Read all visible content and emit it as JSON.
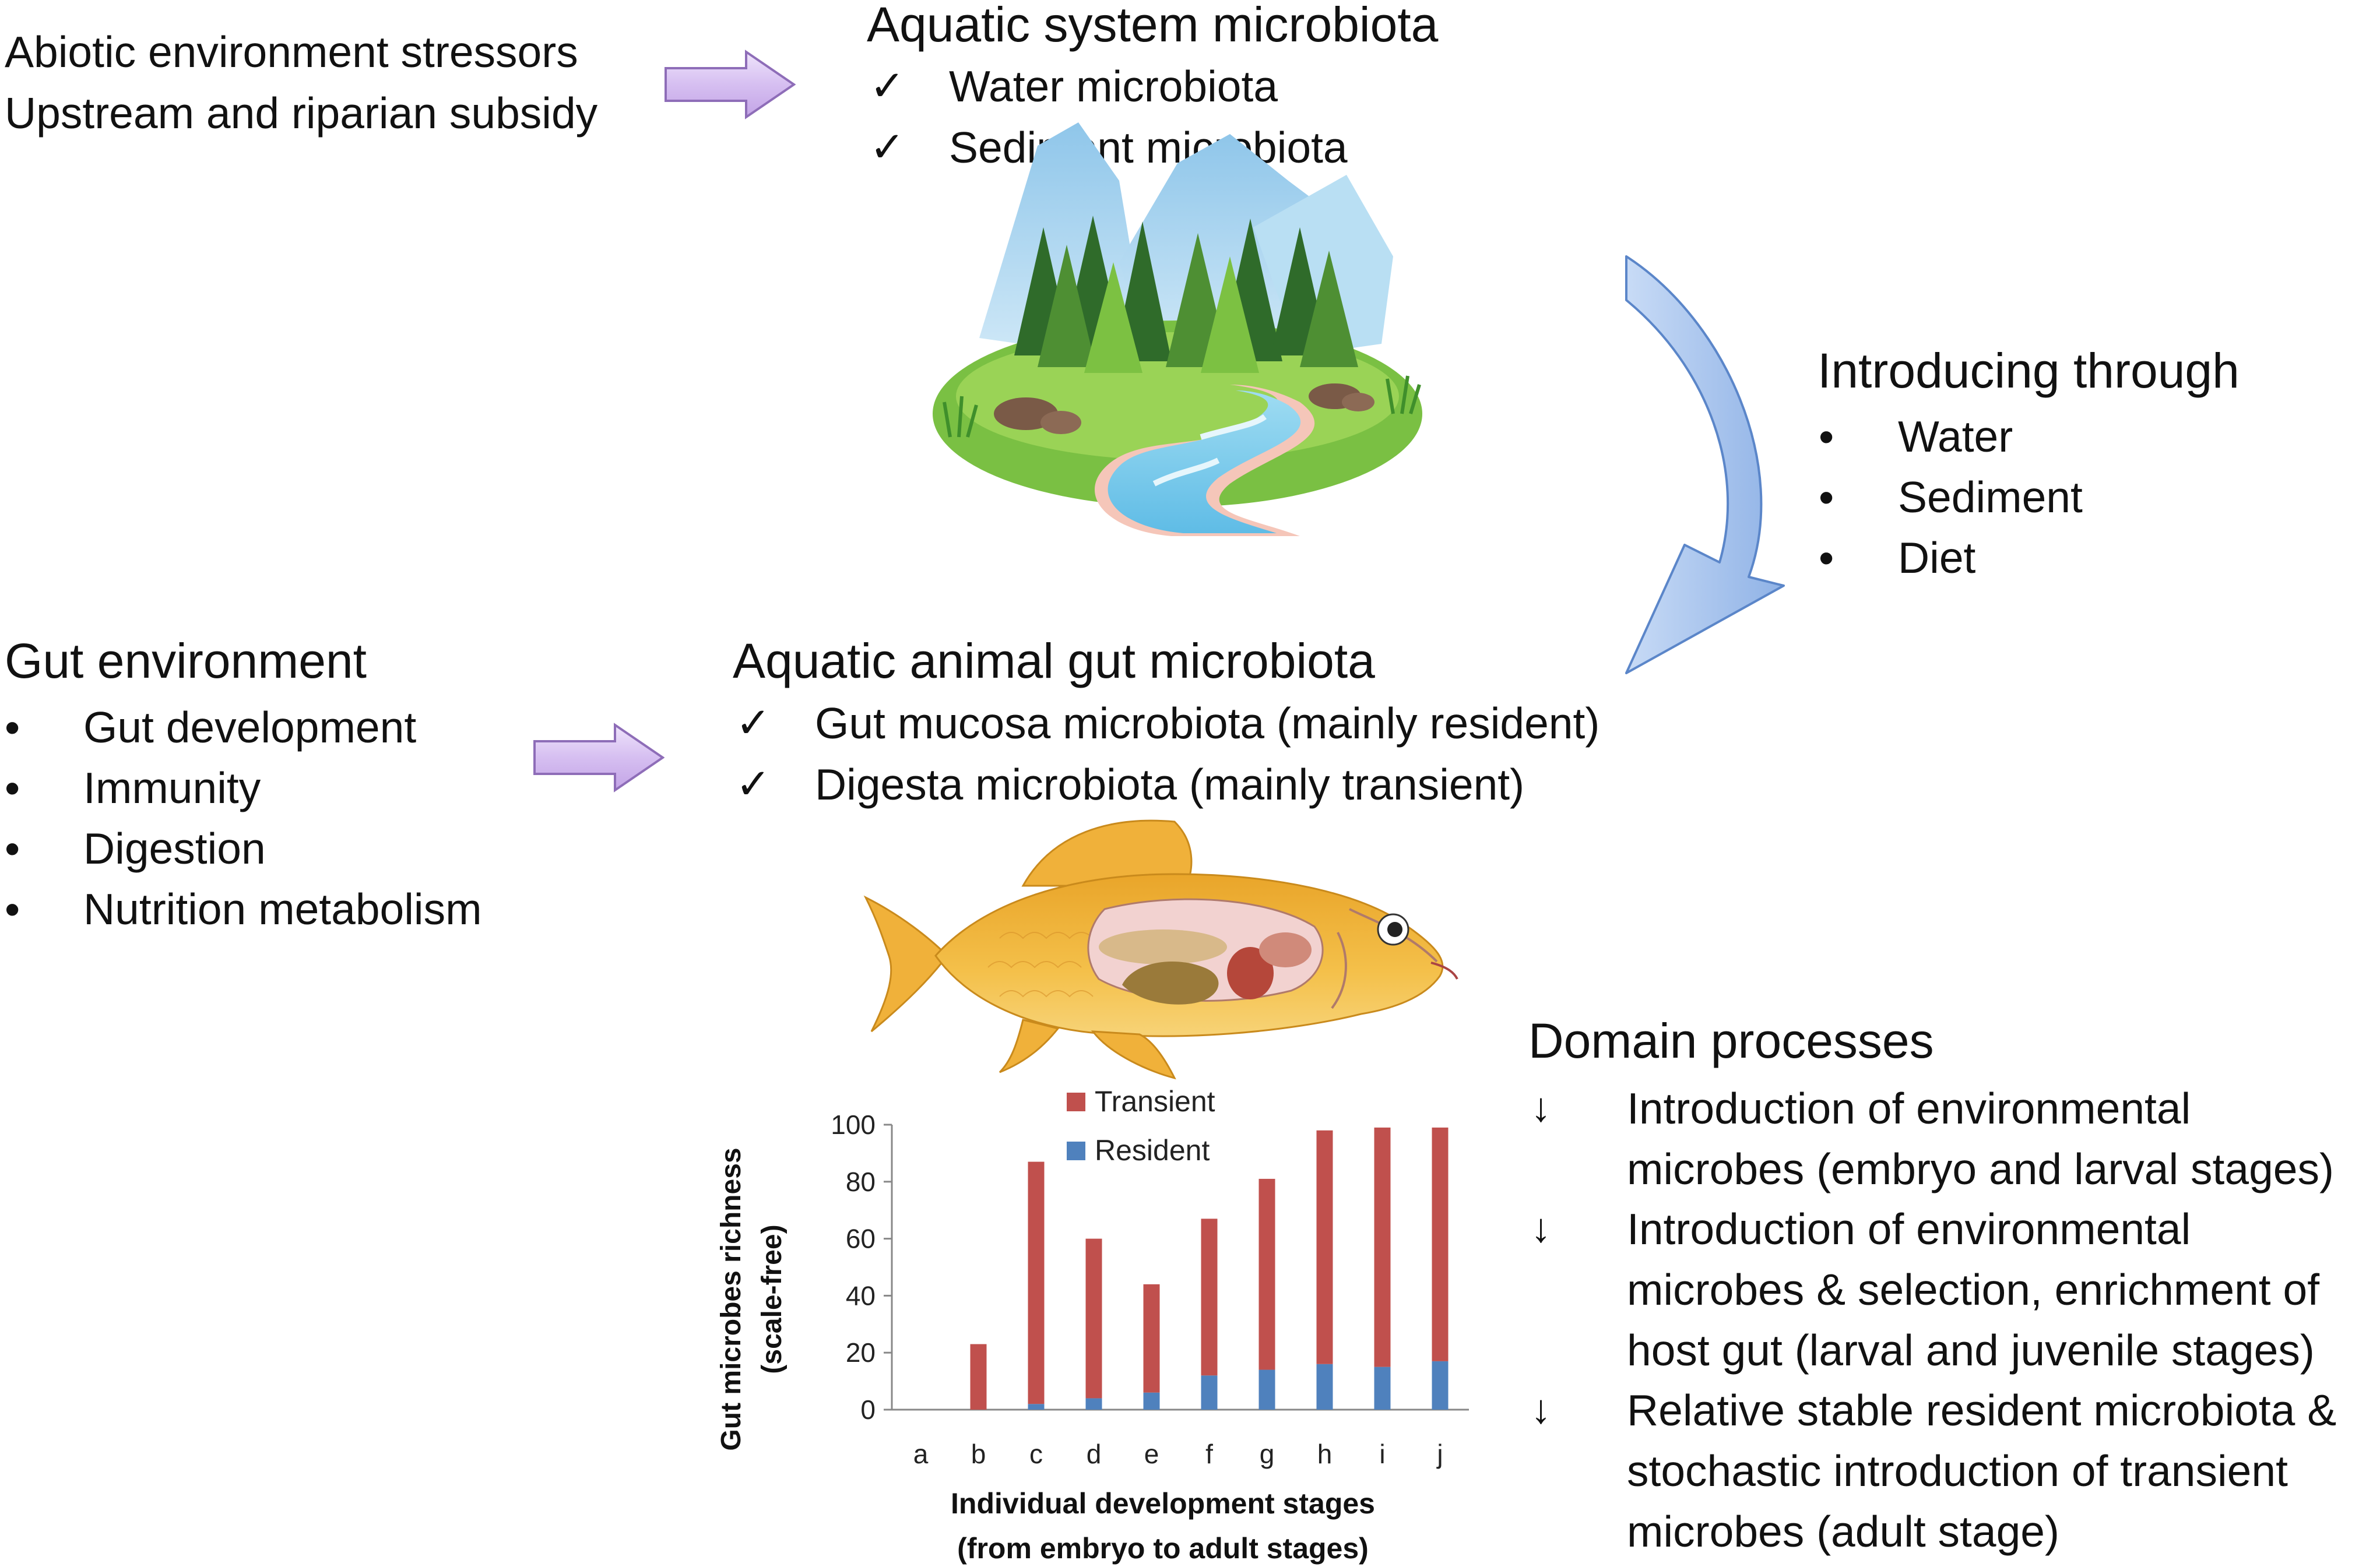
{
  "env_left": {
    "line1": "Abiotic environment stressors",
    "line2": "Upstream and riparian subsidy"
  },
  "aquatic_system": {
    "title": "Aquatic system microbiota",
    "items": [
      "Water microbiota",
      "Sediment microbiota"
    ]
  },
  "introducing": {
    "title": "Introducing through",
    "items": [
      "Water",
      "Sediment",
      "Diet"
    ]
  },
  "gut_env": {
    "title": "Gut environment",
    "items": [
      "Gut development",
      "Immunity",
      "Digestion",
      "Nutrition metabolism"
    ]
  },
  "animal_gut": {
    "title": "Aquatic animal gut microbiota",
    "items": [
      "Gut mucosa microbiota (mainly resident)",
      "Digesta microbiota (mainly transient)"
    ]
  },
  "domain_processes": {
    "title": "Domain processes",
    "items": [
      {
        "lines": [
          "Introduction of environmental",
          "microbes (embryo and larval stages)"
        ]
      },
      {
        "lines": [
          "Introduction of environmental",
          "microbes & selection, enrichment of",
          "host gut (larval and juvenile stages)"
        ]
      },
      {
        "lines": [
          "Relative stable resident microbiota &",
          "stochastic introduction of transient",
          "microbes (adult stage)"
        ]
      }
    ]
  },
  "symbols": {
    "check": "✓",
    "bullet": "•",
    "down_arrow": "↓"
  },
  "colors": {
    "transient": "#c0504d",
    "resident": "#4f81bd",
    "purple_arrow": "#d9c4f0",
    "blue_arrow": "#a9c4ee"
  },
  "icons": [
    "landscape-illustration",
    "fish-anatomy-illustration"
  ],
  "chart_data": {
    "type": "bar",
    "stacked": true,
    "categories": [
      "a",
      "b",
      "c",
      "d",
      "e",
      "f",
      "g",
      "h",
      "i",
      "j"
    ],
    "series": [
      {
        "name": "Resident",
        "values": [
          0,
          0,
          2,
          4,
          6,
          12,
          14,
          16,
          15,
          17
        ]
      },
      {
        "name": "Transient",
        "values": [
          0,
          23,
          85,
          56,
          38,
          55,
          67,
          82,
          84,
          82
        ]
      }
    ],
    "xlabel": [
      "Individual development stages",
      "(from embryo to adult stages)"
    ],
    "ylabel": [
      "Gut microbes richness",
      "(scale-free)"
    ],
    "ylim": [
      0,
      100
    ],
    "yticks": [
      0,
      20,
      40,
      60,
      80,
      100
    ],
    "legend": "top",
    "grid": false
  }
}
